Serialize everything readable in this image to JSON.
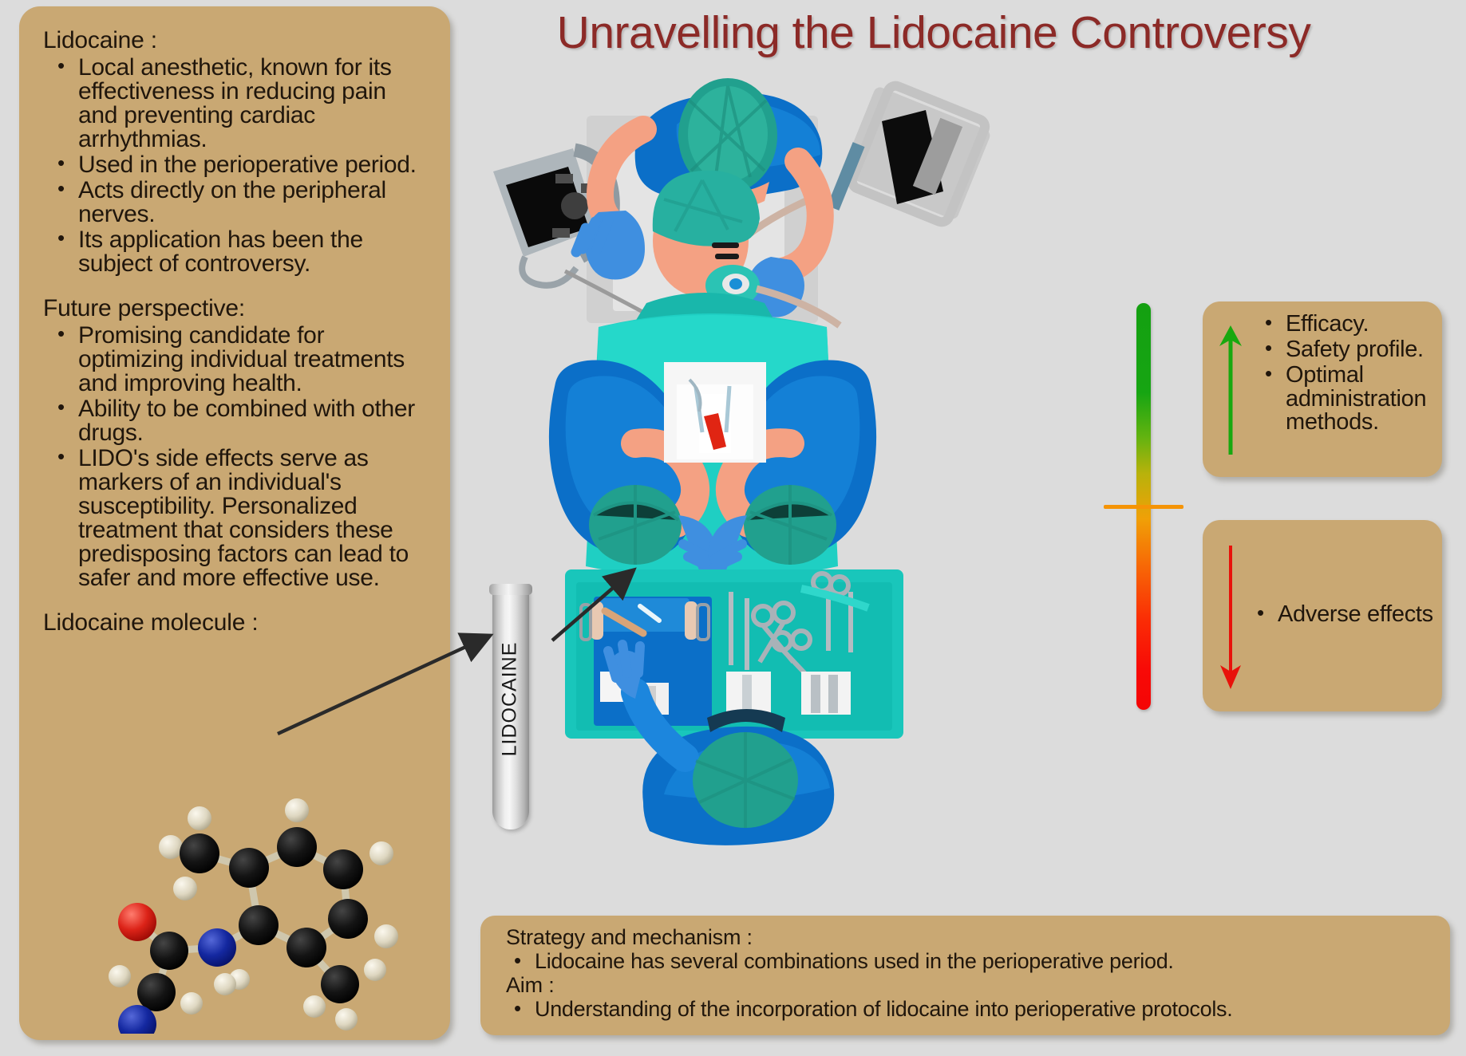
{
  "title": "Unravelling the Lidocaine Controversy",
  "colors": {
    "background": "#dcdcdc",
    "panel": "#c9a873",
    "title": "#8c2a27",
    "text": "#20160c",
    "gradient_top": "#14a011",
    "gradient_mid": "#f59406",
    "gradient_bottom": "#f40505",
    "arrow_up": "#18a80f",
    "arrow_down": "#e8120a",
    "scrub_teal": "#1fcfc3",
    "scrub_blue": "#0b6fc8"
  },
  "left_panel": {
    "section1": {
      "heading": "Lidocaine :",
      "bullets": [
        "Local anesthetic, known for its effectiveness in reducing pain and preventing cardiac arrhythmias.",
        "Used in the perioperative period.",
        "Acts directly on the peripheral nerves.",
        "Its application has been the subject of controversy."
      ]
    },
    "section2": {
      "heading": "Future perspective:",
      "bullets": [
        "Promising candidate for optimizing individual treatments and improving health.",
        "Ability to be combined with other drugs.",
        "LIDO's side effects serve as markers of an individual's susceptibility. Personalized treatment that considers these predisposing factors can lead to safer and more effective use."
      ]
    },
    "section3": {
      "heading": "Lidocaine molecule :"
    }
  },
  "test_tube": {
    "label": "LIDOCAINE"
  },
  "right_boxes": {
    "benefits": {
      "arrow": "up-arrow-green",
      "bullets": [
        "Efficacy.",
        "Safety profile.",
        "Optimal administration methods."
      ]
    },
    "adverse": {
      "arrow": "down-arrow-red",
      "bullets": [
        "Adverse effects"
      ]
    }
  },
  "bottom_panel": {
    "strategy_heading": "Strategy and mechanism :",
    "strategy_bullets": [
      "Lidocaine has several combinations used in the perioperative period."
    ],
    "aim_heading": "Aim :",
    "aim_bullets": [
      "Understanding of the incorporation of lidocaine into perioperative protocols."
    ]
  },
  "illustration": {
    "scene": "operating-room-top-view",
    "elements": [
      "anesthesia-monitor-left",
      "anesthesia-machine-right",
      "anesthetist-top",
      "patient-on-table",
      "oxygen-mask",
      "surgeon-left",
      "surgeon-right",
      "nurse-bottom",
      "instrument-tray"
    ]
  },
  "molecule": {
    "name": "lidocaine-ball-and-stick-model",
    "atom_colors": {
      "carbon": "#101010",
      "hydrogen": "#ded8c4",
      "oxygen": "#d6261c",
      "nitrogen": "#1428a0"
    }
  }
}
